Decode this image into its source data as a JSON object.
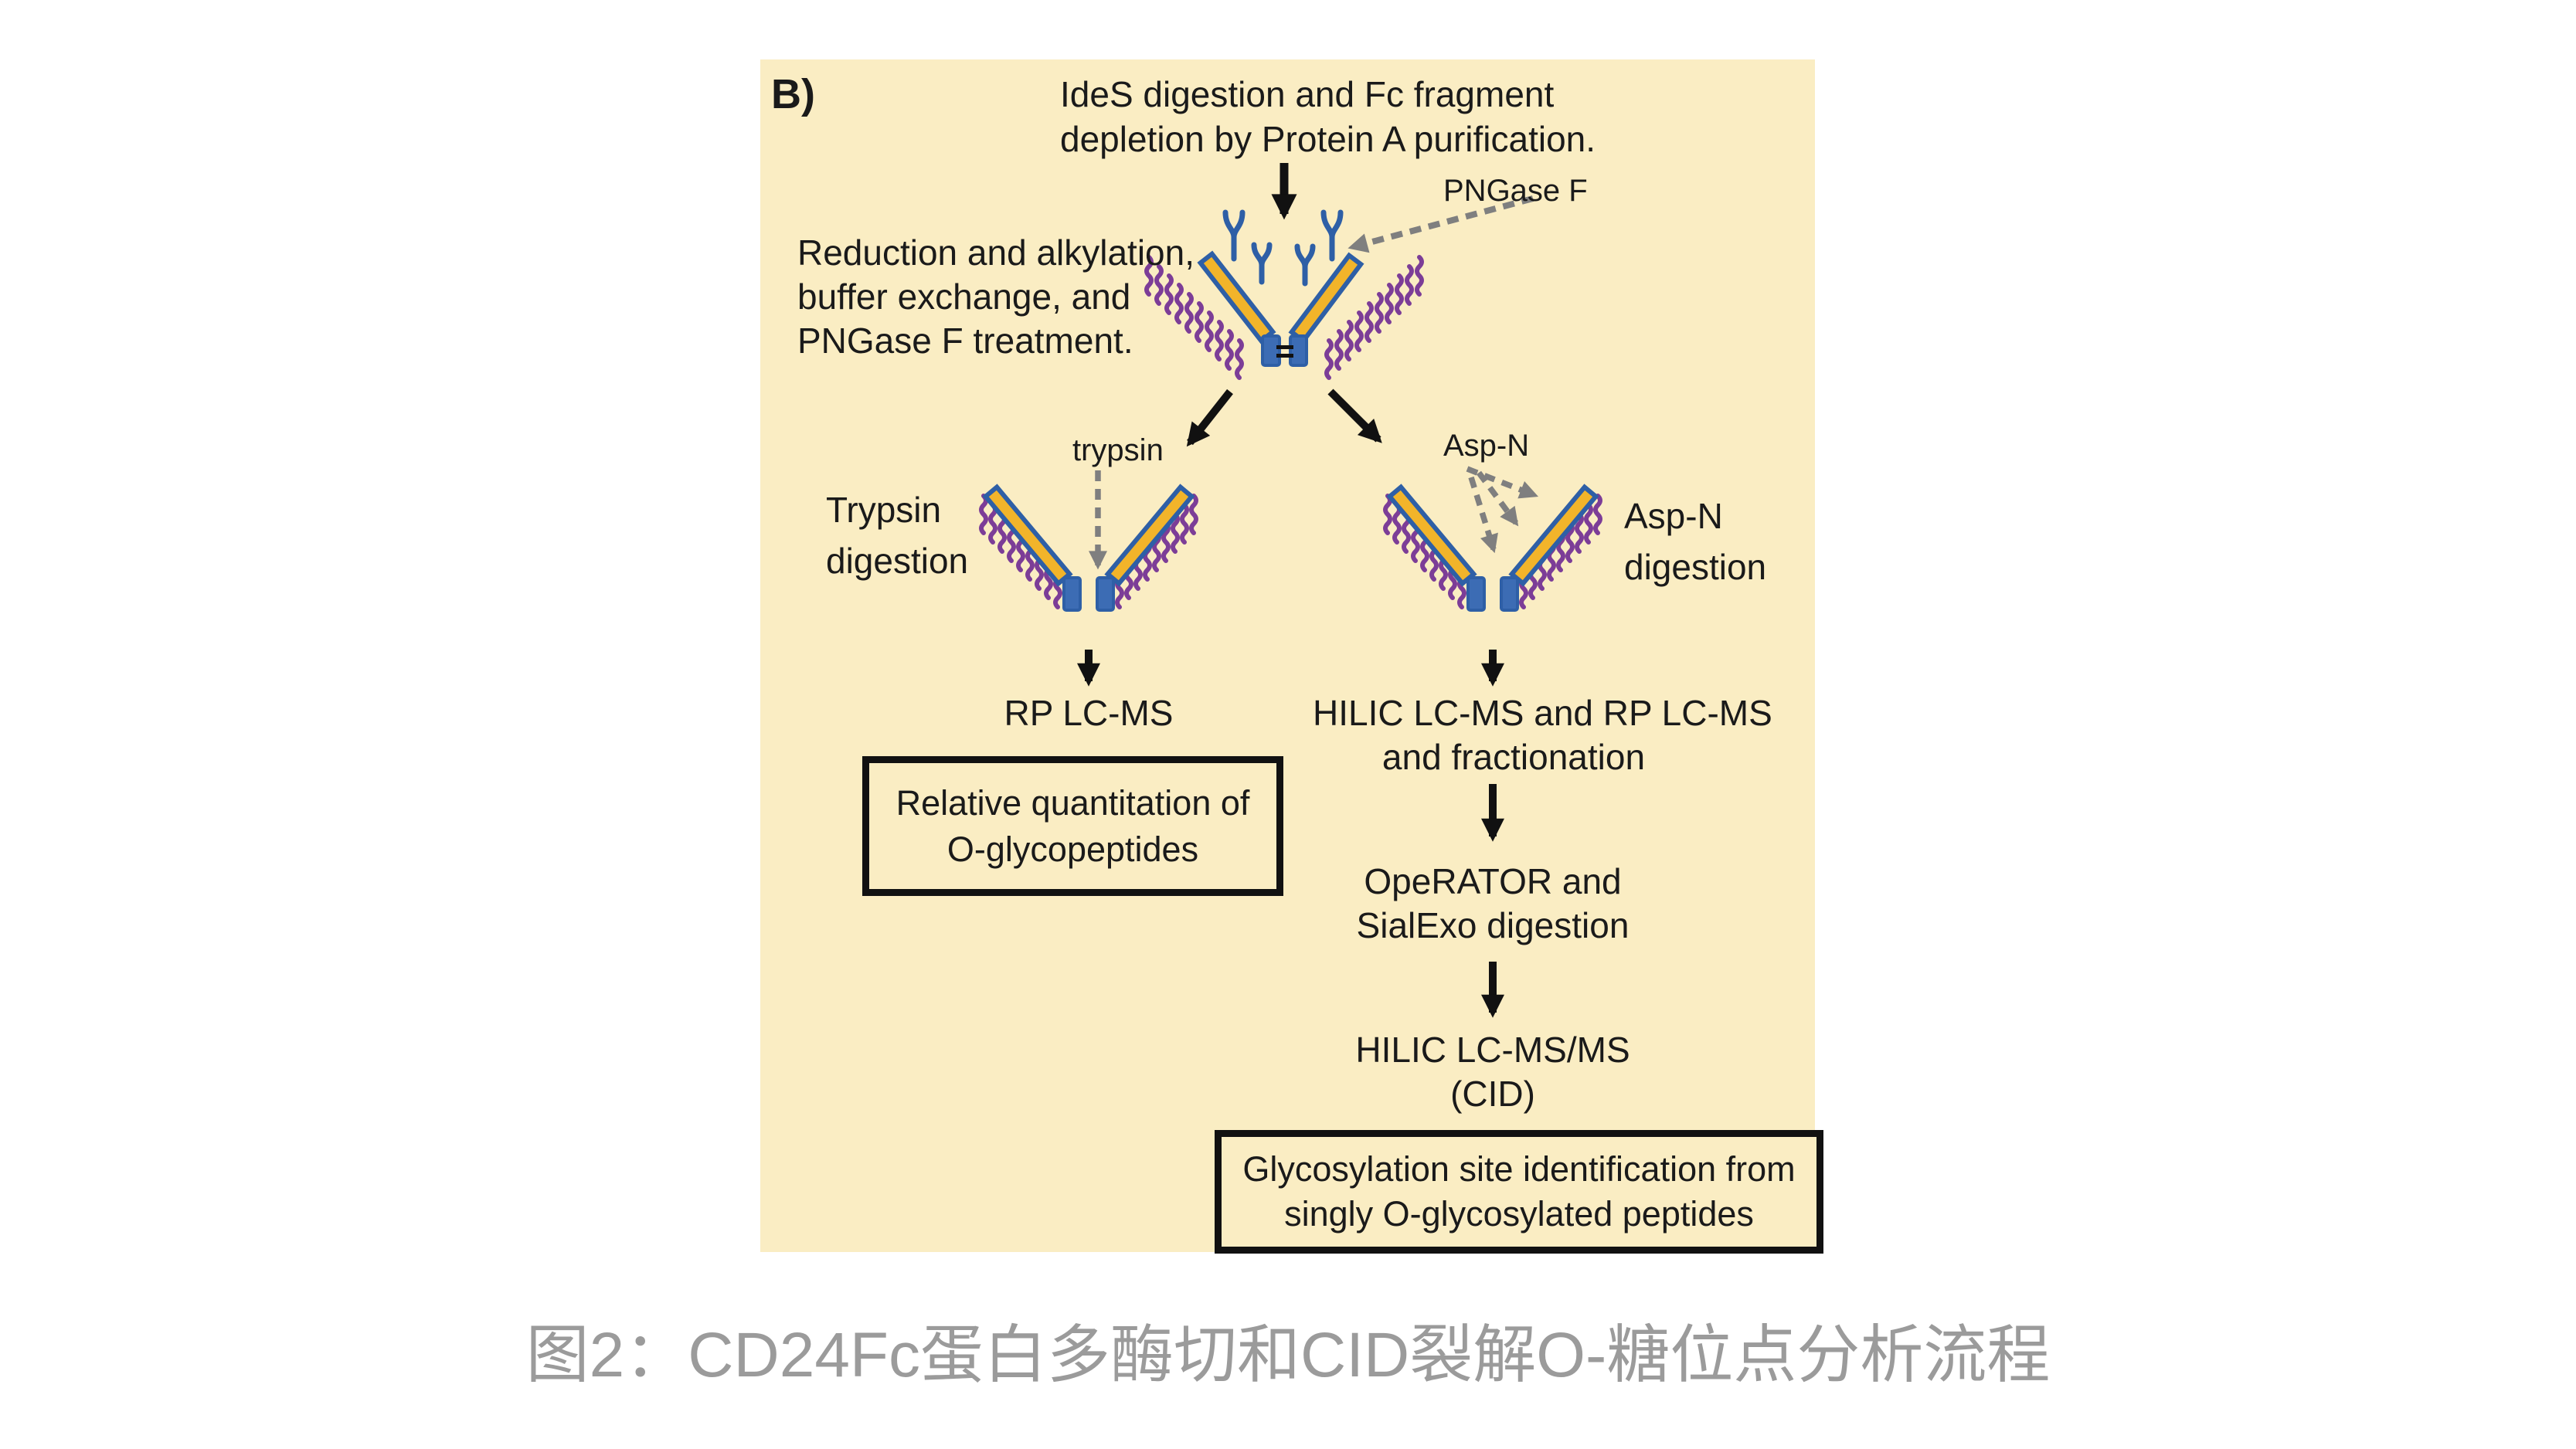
{
  "colors": {
    "panel_background": "#faedc3",
    "text": "#1a1a1a",
    "arrow_black": "#111111",
    "enzyme_arrow_gray": "#7f7f7f",
    "caption_gray": "#9b9b9b",
    "fab_bar_yellow": "#f2b42a",
    "outline_blue": "#2e5fa6",
    "stem_blue": "#3c6cb4",
    "o_glycan_purple": "#7c3d97"
  },
  "figure": {
    "panel_label": "B)",
    "title_lines": [
      "IdeS digestion and Fc fragment",
      "depletion by Protein A purification."
    ],
    "pngase_label": "PNGase F",
    "reduction_lines": [
      "Reduction and alkylation,",
      "buffer exchange, and",
      "PNGase F treatment."
    ],
    "trypsin_enzyme_label": "trypsin",
    "trypsin_digestion_lines": [
      "Trypsin",
      "digestion"
    ],
    "aspn_enzyme_label": "Asp-N",
    "aspn_digestion_lines": [
      "Asp-N",
      "digestion"
    ],
    "left_branch": {
      "step1": "RP LC-MS",
      "result_box_lines": [
        "Relative quantitation of",
        "O-glycopeptides"
      ]
    },
    "right_branch": {
      "step1_lines": [
        "HILIC LC-MS and RP LC-MS",
        "and fractionation"
      ],
      "step2_lines": [
        "OpeRATOR and",
        "SialExo digestion"
      ],
      "step3_lines": [
        "HILIC LC-MS/MS",
        "(CID)"
      ],
      "result_box_lines": [
        "Glycosylation site identification from",
        "singly O-glycosylated peptides"
      ]
    }
  },
  "caption": "图2：CD24Fc蛋白多酶切和CID裂解O-糖位点分析流程"
}
